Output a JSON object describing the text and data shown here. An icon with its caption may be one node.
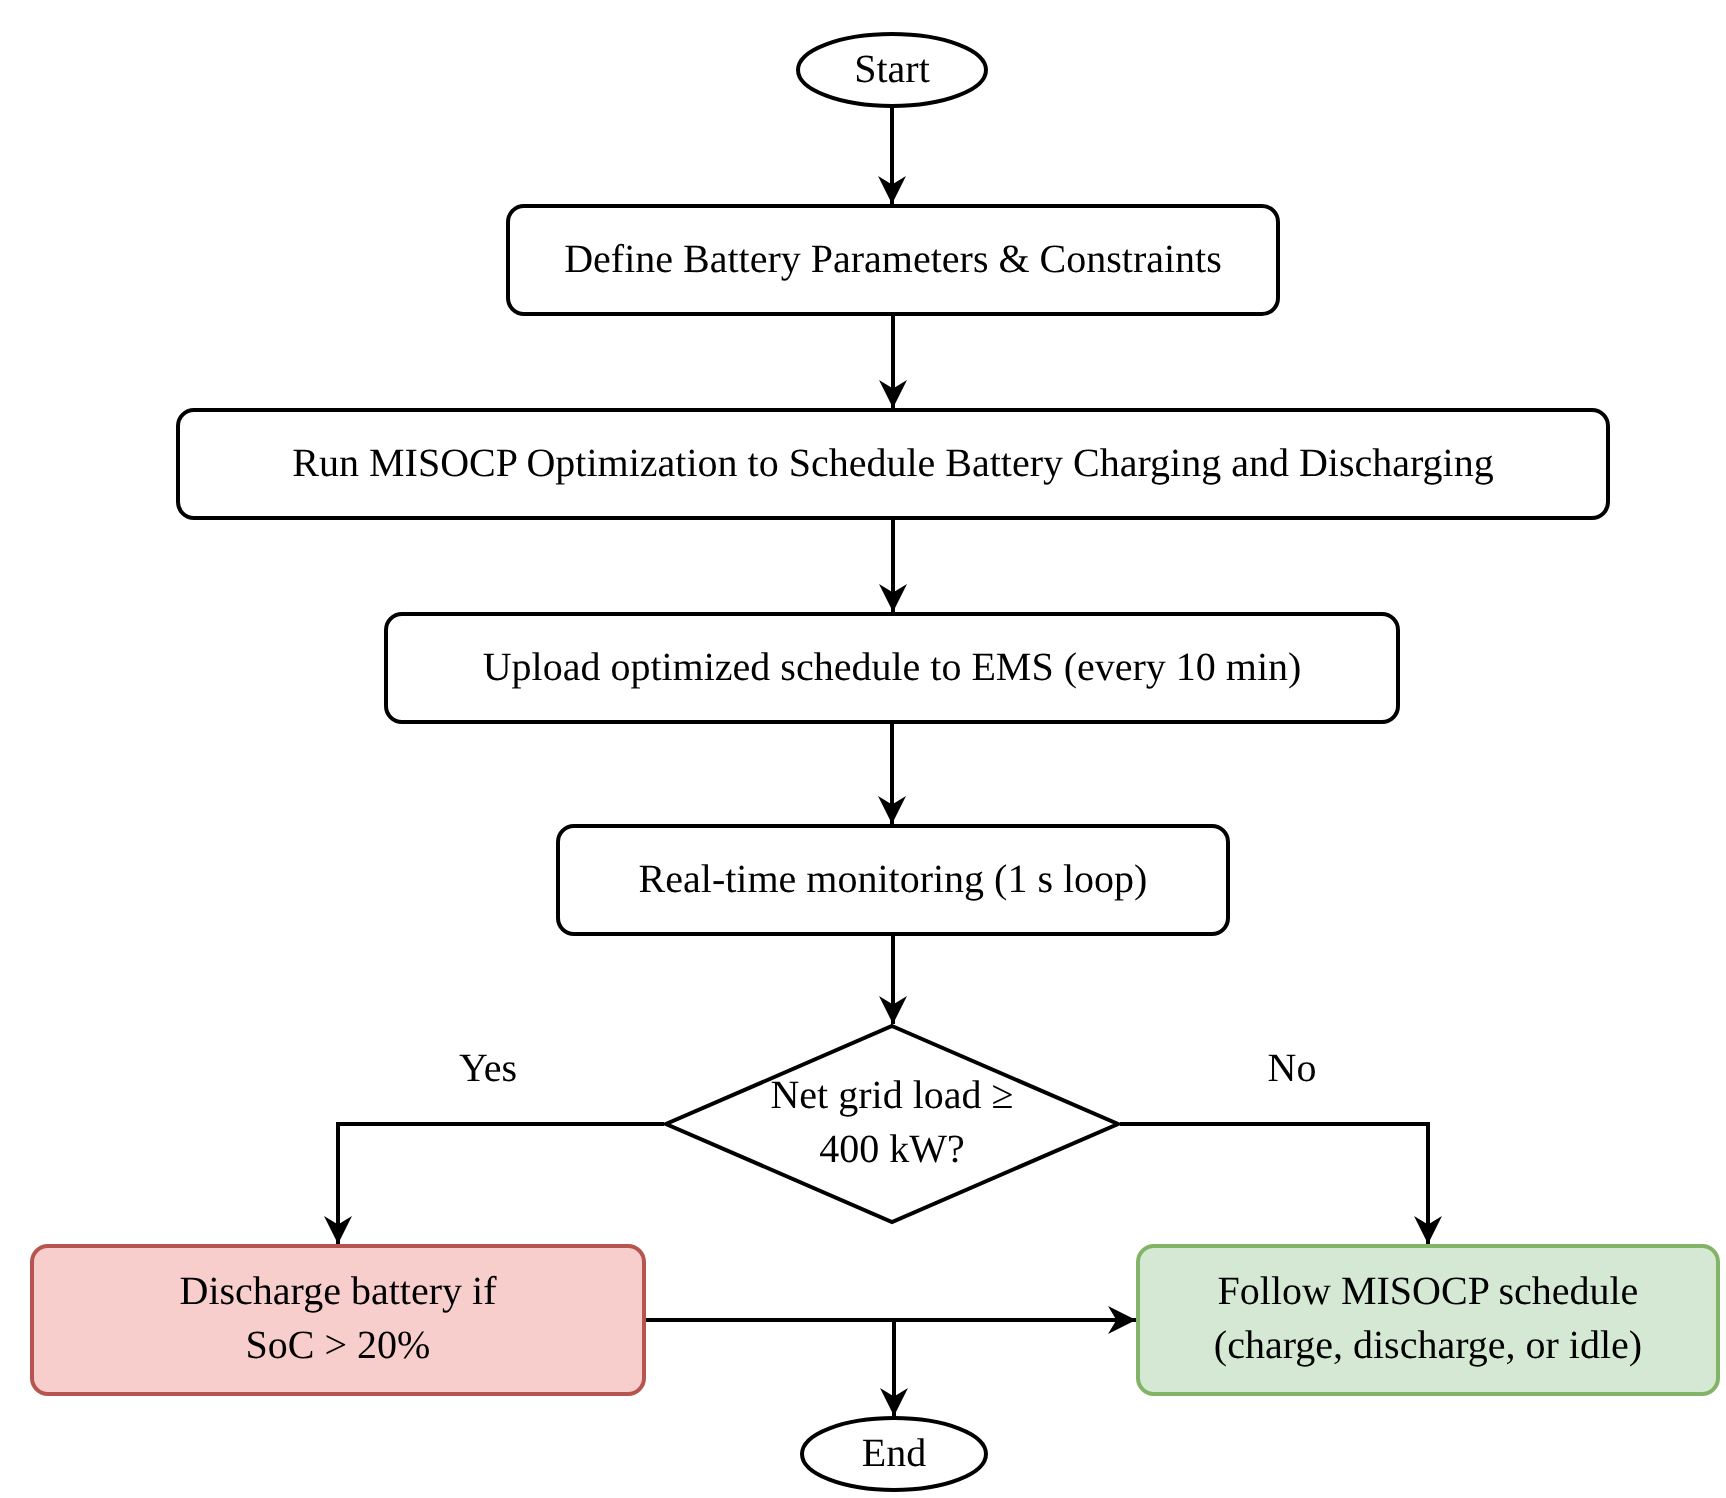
{
  "diagram": {
    "nodes": [
      {
        "text": [
          "Start"
        ]
      },
      {
        "text": [
          "Define Battery Parameters & Constraints"
        ]
      },
      {
        "text": [
          "Run MISOCP Optimization to Schedule Battery Charging and Discharging"
        ]
      },
      {
        "text": [
          "Upload optimized schedule to EMS (every 10 min)"
        ]
      },
      {
        "text": [
          "Real-time monitoring (1 s loop)"
        ]
      },
      {
        "text": [
          "Net grid load ≥ 400 kW?"
        ]
      },
      {
        "text": [
          "Discharge battery if SoC > 20%"
        ]
      },
      {
        "text": [
          "Follow MISOCP schedule (charge, discharge, or idle)"
        ]
      },
      {
        "text": [
          "End"
        ]
      }
    ],
    "edges": [
      {
        "from": 0,
        "to": 1,
        "arrow": "to"
      },
      {
        "from": 1,
        "to": 2,
        "arrow": "to"
      },
      {
        "from": 2,
        "to": 3,
        "arrow": "to"
      },
      {
        "from": 3,
        "to": 4,
        "arrow": "to"
      },
      {
        "from": 4,
        "to": 5,
        "arrow": "to"
      },
      {
        "from": 5,
        "to": 6,
        "arrow": "to",
        "label": "Yes"
      },
      {
        "from": 5,
        "to": 7,
        "arrow": "to",
        "label": "No"
      },
      {
        "from": 6,
        "to": 7,
        "arrow": "to"
      },
      {
        "from": 6,
        "to": 8,
        "arrow": "to"
      }
    ]
  }
}
